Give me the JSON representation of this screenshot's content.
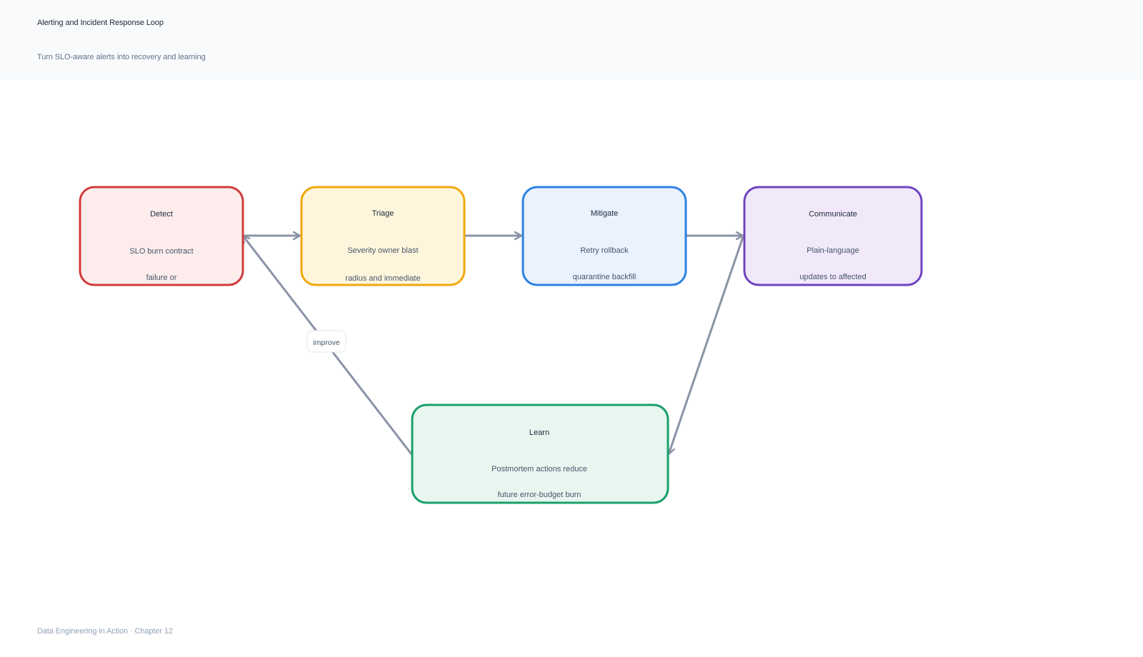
{
  "header": {
    "title": "Alerting and Incident Response Loop",
    "subtitle": "Turn SLO-aware alerts into recovery and learning"
  },
  "footer": {
    "text": "Data Engineering in Action · Chapter 12"
  },
  "colors": {
    "detect": {
      "stroke": "#d13b3b",
      "fill": "#fdecec"
    },
    "triage": {
      "stroke": "#f0a80f",
      "fill": "#fef6dc"
    },
    "mitigate": {
      "stroke": "#2f80e4",
      "fill": "#e9f2fd"
    },
    "communicate": {
      "stroke": "#6f44c1",
      "fill": "#f1e9f9"
    },
    "learn": {
      "stroke": "#17a06a",
      "fill": "#e7f6ef"
    },
    "edge": "#8a93a6"
  },
  "nodes": {
    "detect": {
      "title": "Detect",
      "line1": "SLO burn contract",
      "line2": "failure or"
    },
    "triage": {
      "title": "Triage",
      "line1": "Severity owner blast",
      "line2": "radius and immediate"
    },
    "mitigate": {
      "title": "Mitigate",
      "line1": "Retry rollback",
      "line2": "quarantine backfill"
    },
    "communicate": {
      "title": "Communicate",
      "line1": "Plain-language",
      "line2": "updates to affected"
    },
    "learn": {
      "title": "Learn",
      "line1": "Postmortem actions reduce",
      "line2": "future error-budget burn"
    }
  },
  "edges": {
    "improve_label": "improve"
  }
}
